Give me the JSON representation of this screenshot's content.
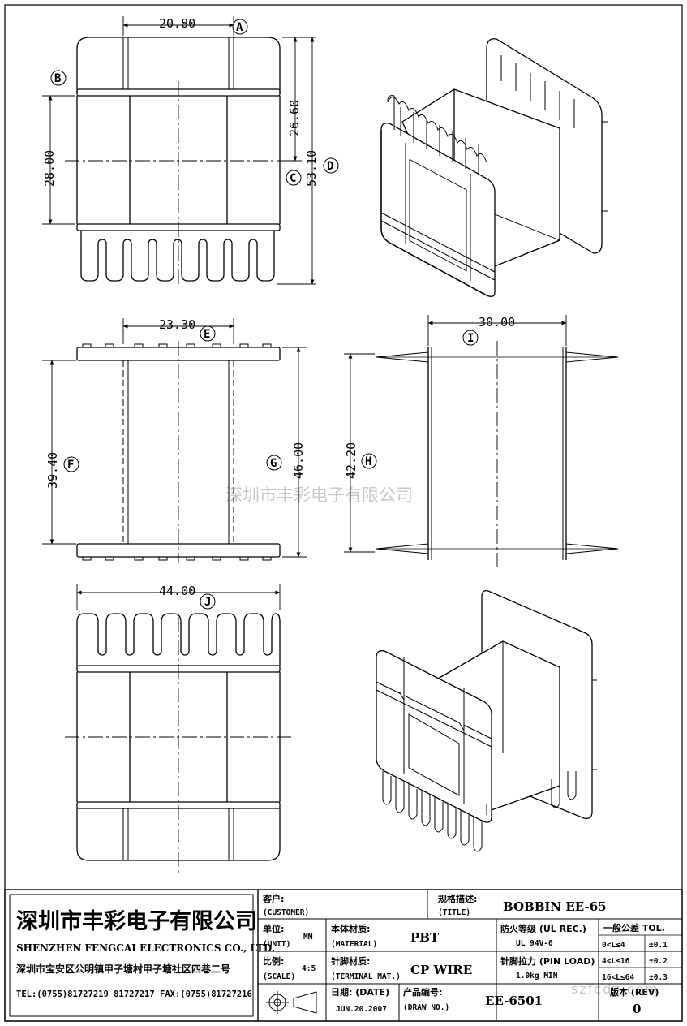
{
  "dimensions": {
    "top_width": "20.80",
    "top_inner_height": "28.00",
    "top_mid_height": "26.60",
    "top_total_height": "53.10",
    "side_width": "23.30",
    "side_inner_height": "39.40",
    "side_total_height": "46.00",
    "end_width": "30.00",
    "end_height": "42.20",
    "bottom_width": "44.00"
  },
  "callouts": {
    "a": "A",
    "b": "B",
    "c": "C",
    "d": "D",
    "e": "E",
    "f": "F",
    "g": "G",
    "h": "H",
    "i": "I",
    "j": "J"
  },
  "watermark": "深圳市丰彩电子有限公司",
  "site_watermark": "szfcdz.com",
  "title_block": {
    "company_cn": "深圳市丰彩电子有限公司",
    "company_en": "SHENZHEN FENGCAI ELECTRONICS CO., LTD.",
    "address": "深圳市宝安区公明镇甲子塘村甲子塘社区四巷二号",
    "tel": "TEL:(0755)81727219  81727217   FAX:(0755)81727216",
    "customer_cn": "客户:",
    "customer_en": "(CUSTOMER)",
    "title_cn": "规格描述:",
    "title_en": "(TITLE)",
    "title_value": "BOBBIN EE-65",
    "unit_cn": "单位:",
    "unit_en": "(UNIT)",
    "unit_value": "MM",
    "material_cn": "本体材质:",
    "material_en": "(MATERIAL)",
    "material_value": "PBT",
    "fire_label": "防火等级 (UL REC.)",
    "fire_value": "UL 94V-0",
    "tol_title": "一般公差 TOL.",
    "tol_rows": [
      {
        "range": "0<L≤4",
        "tol": "±0.1"
      },
      {
        "range": "4<L≤16",
        "tol": "±0.2"
      },
      {
        "range": "16<L≤64",
        "tol": "±0.3"
      }
    ],
    "scale_cn": "比例:",
    "scale_en": "(SCALE)",
    "scale_value": "4:5",
    "terminal_cn": "针脚材质:",
    "terminal_en": "(TERMINAL MAT.)",
    "terminal_value": "CP WIRE",
    "pin_load_label": "针脚拉力 (PIN LOAD)",
    "pin_load_value": "1.0kg MIN",
    "date_label": "日期: (DATE)",
    "date_value": "JUN.20.2007",
    "draw_no_cn": "产品编号:",
    "draw_no_en": "(DRAW NO.)",
    "draw_no_value": "EE-6501",
    "rev_label": "版本 (REV)",
    "rev_value": "0"
  }
}
